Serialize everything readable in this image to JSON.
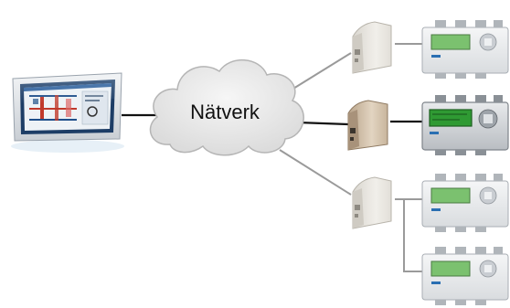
{
  "network": {
    "label": "Nätverk",
    "cloud_color": "#e9e9e9",
    "cloud_outline": "#b5b5b5"
  },
  "colors": {
    "link_primary": "#111111",
    "link_secondary": "#9a9a9a",
    "controller_screen": "#7bc16f",
    "controller_screen_active": "#2f9a33",
    "controller_body": "#e6e9ec",
    "controller_body_active": "#d3d6da",
    "brand_blue": "#2a6fb2"
  },
  "devices": {
    "panel_pc": {
      "icon": "touch-panel-pc"
    },
    "gateways": [
      {
        "icon": "network-gateway",
        "variant": "light"
      },
      {
        "icon": "network-gateway",
        "variant": "tan"
      },
      {
        "icon": "network-gateway",
        "variant": "light"
      }
    ],
    "controllers": [
      {
        "icon": "din-rail-controller",
        "variant": "standard"
      },
      {
        "icon": "din-rail-controller",
        "variant": "highlighted"
      },
      {
        "icon": "din-rail-controller",
        "variant": "standard"
      },
      {
        "icon": "din-rail-controller",
        "variant": "standard"
      }
    ]
  }
}
